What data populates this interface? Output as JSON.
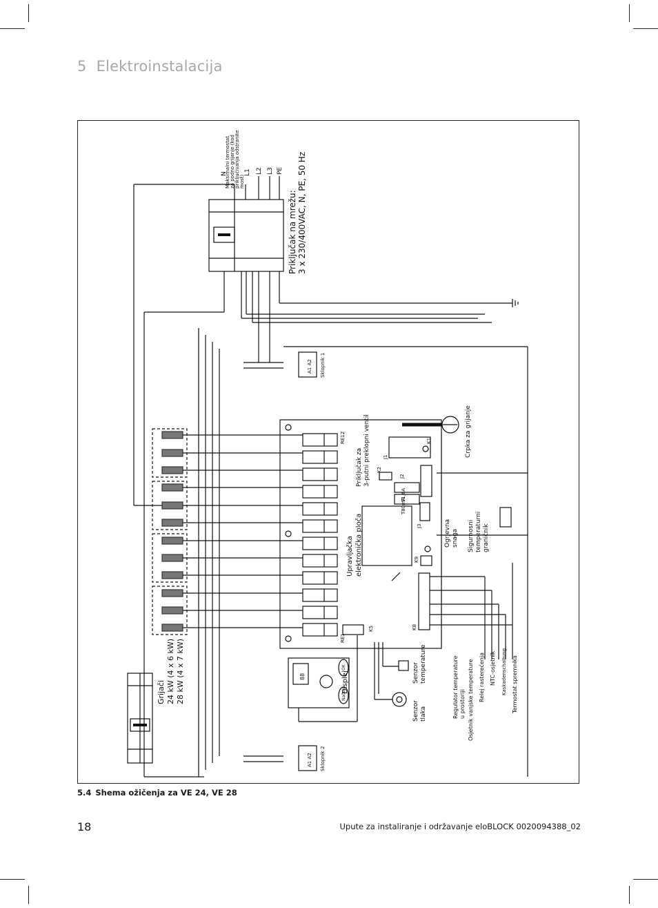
{
  "header": {
    "chapter_number": "5",
    "chapter_title": "Elektroinstalacija"
  },
  "diagram": {
    "labels": {
      "mains": "Priključak na mrežu:",
      "mains_spec": "3 x 230/400VAC, N, PE, 50 Hz",
      "thermostat": [
        "Maksimalni termostat",
        "za podno grijanje (kod",
        "priključivanja odstranite",
        "most)"
      ],
      "terminal_n": "N",
      "terminal_l1": "L1",
      "terminal_l2": "L2",
      "terminal_l3": "L3",
      "terminal_pe": "PE",
      "contactor1": "Sklopnik 1",
      "contactor2": "Sklopnik 2",
      "contactor_coil": "A1 A2",
      "pump": "Crpka za grijanje",
      "valve": [
        "Priključak za",
        "3-putni preklopni ventil"
      ],
      "board": [
        "Upravljačka",
        "elektronička ploča"
      ],
      "heaters_title": "Grijači",
      "heaters_24": "24 kW (4 x 6 kW)",
      "heaters_28": "28 kW (4 x 7 kW)",
      "display": "Displej",
      "pressure_sensor": [
        "Senzor",
        "tlaka"
      ],
      "temp_sensor": [
        "Senzor",
        "temperature"
      ],
      "heating_power": [
        "Ogrjevna",
        "snaga"
      ],
      "safety_limiter": [
        "Sigurnosni",
        "temperaturni",
        "graničnik"
      ],
      "room_regulator": [
        "Regulator temperature",
        "u prostoriji"
      ],
      "outdoor_sensor": "Osjetnik vanjske temperature",
      "load_relay": "Relej rasterećenja",
      "ntc_sensor": "NTC-osjetnik",
      "cascade": "Kaskadenschaltung",
      "tank_thermostat": "Termostat spremnika",
      "fuse1": "T1,6A",
      "fuse2": "T80mA",
      "conn_k1": "K1",
      "conn_k2": "K2",
      "conn_k5": "K5",
      "conn_k8": "K8",
      "conn_k9": "K9",
      "conn_j1": "J1",
      "conn_j2": "J2",
      "conn_j3": "J3",
      "relay_re12": "RE12",
      "relay_re1": "RE1",
      "display_ok": "OK",
      "display_reset": "Načelo",
      "display_digits": "88"
    }
  },
  "caption": {
    "number": "5.4",
    "text": "Shema ožičenja za VE 24, VE 28"
  },
  "footer": {
    "page_number": "18",
    "text": "Upute za instaliranje i održavanje eloBLOCK 0020094388_02"
  }
}
